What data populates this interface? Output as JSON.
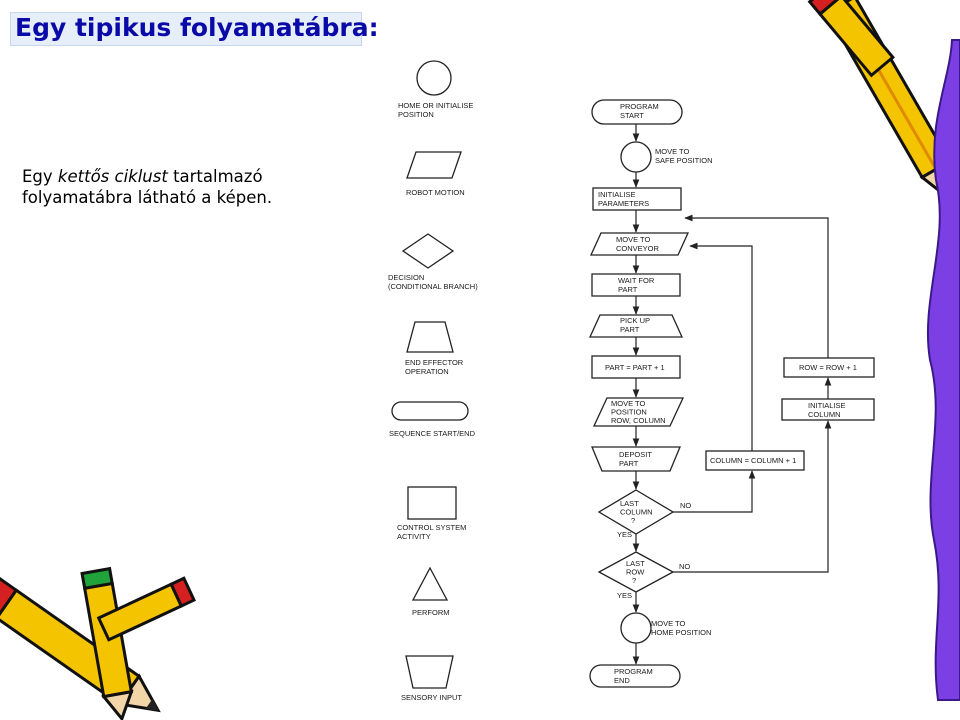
{
  "slide": {
    "title": "Egy tipikus folyamatábra:",
    "desc_line1_pre": "Egy ",
    "desc_line1_em": "kettős ciklust",
    "desc_line1_post": " tartalmazó",
    "desc_line2": "folyamatábra látható a képen."
  },
  "legend": [
    {
      "shape": "circle",
      "lines": [
        "HOME OR INITIALISE",
        "POSITION"
      ]
    },
    {
      "shape": "parallelogram",
      "lines": [
        "ROBOT MOTION"
      ]
    },
    {
      "shape": "diamond",
      "lines": [
        "DECISION",
        "(CONDITIONAL BRANCH)"
      ]
    },
    {
      "shape": "trapezoid",
      "lines": [
        "END EFFECTOR",
        "OPERATION"
      ]
    },
    {
      "shape": "rounded-rectangle",
      "lines": [
        "SEQUENCE START/END"
      ]
    },
    {
      "shape": "rectangle",
      "lines": [
        "CONTROL SYSTEM",
        "ACTIVITY"
      ]
    },
    {
      "shape": "triangle",
      "lines": [
        "PERFORM"
      ]
    },
    {
      "shape": "inverted-trapezoid",
      "lines": [
        "SENSORY INPUT"
      ]
    }
  ],
  "flow": {
    "program_start": [
      "PROGRAM",
      "START"
    ],
    "move_safe": [
      "MOVE TO",
      "SAFE POSITION"
    ],
    "initialise_params": [
      "INITIALISE",
      "PARAMETERS"
    ],
    "move_conveyor": [
      "MOVE TO",
      "CONVEYOR"
    ],
    "wait_part": [
      "WAIT FOR",
      "PART"
    ],
    "pick_part": [
      "PICK UP",
      "PART"
    ],
    "part_inc": [
      "PART = PART + 1"
    ],
    "move_position": [
      "MOVE TO",
      "POSITION",
      "ROW, COLUMN"
    ],
    "deposit_part": [
      "DEPOSIT",
      "PART"
    ],
    "last_column": [
      "LAST",
      "COLUMN",
      "?"
    ],
    "last_row": [
      "LAST",
      "ROW",
      "?"
    ],
    "move_home": [
      "MOVE TO",
      "HOME POSITION"
    ],
    "program_end": [
      "PROGRAM",
      "END"
    ],
    "row_inc": [
      "ROW = ROW + 1"
    ],
    "init_column": [
      "INITIALISE",
      "COLUMN"
    ],
    "column_inc": [
      "COLUMN = COLUMN + 1"
    ],
    "yes_label": "YES",
    "no_label": "NO"
  }
}
